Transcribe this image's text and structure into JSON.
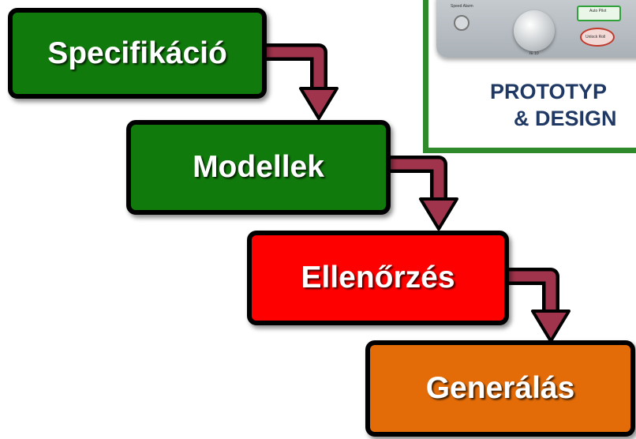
{
  "steps": [
    {
      "label": "Specifikáció",
      "color": "#117a0c"
    },
    {
      "label": "Modellek",
      "color": "#117a0c"
    },
    {
      "label": "Ellenőrzés",
      "color": "#ff0000"
    },
    {
      "label": "Generálás",
      "color": "#e36c09"
    }
  ],
  "arrow_color": "#a0344c",
  "prototype": {
    "title_line1": "PROTOTYP",
    "title_line2": "& DESIGN",
    "border_color": "#2f8a2c",
    "panel_labels": {
      "alarm": "Speed Alarm",
      "auto": "Auto Pilot",
      "unlock": "Unlock Roll",
      "dial": "IE 10"
    }
  }
}
